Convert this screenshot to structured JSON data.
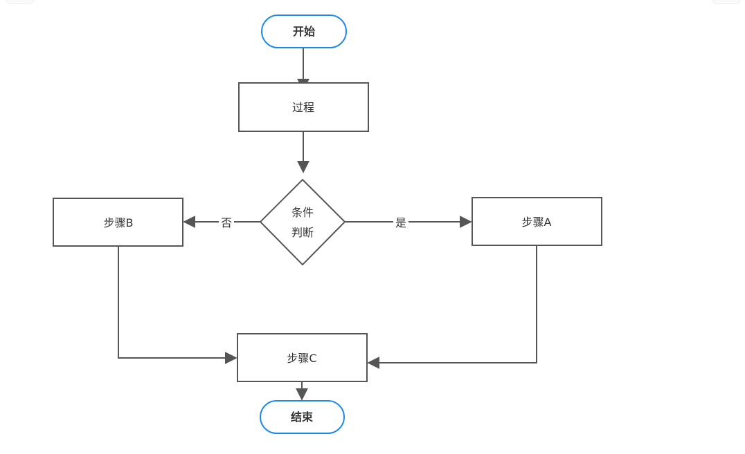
{
  "diagram": {
    "nodes": {
      "start": "开始",
      "process": "过程",
      "condition_line1": "条件",
      "condition_line2": "判断",
      "step_a": "步骤A",
      "step_b": "步骤B",
      "step_c": "步骤C",
      "end": "结束"
    },
    "edges": {
      "no_label": "否",
      "yes_label": "是"
    },
    "colors": {
      "terminal_border": "#1e88e5",
      "box_border": "#555555",
      "arrow": "#555555",
      "text": "#333333"
    }
  }
}
